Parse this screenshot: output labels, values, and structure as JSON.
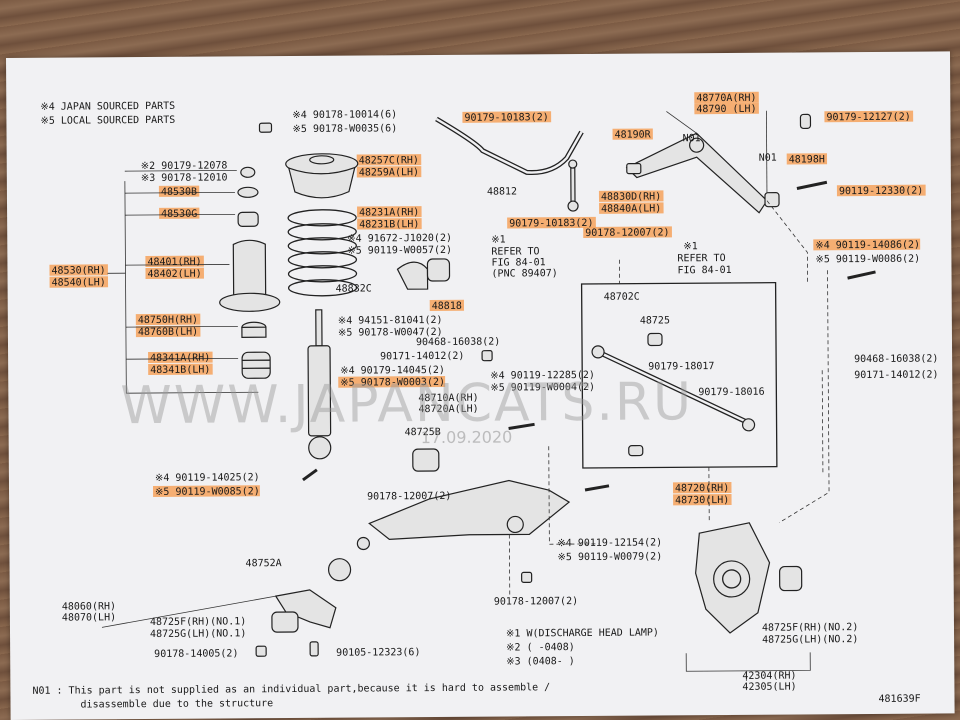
{
  "legend": {
    "line1": "※4 JAPAN SOURCED PARTS",
    "line2": "※5 LOCAL SOURCED PARTS"
  },
  "watermark": {
    "text": "WWW.JAPANCATS.RU",
    "date": "17.09.2020"
  },
  "highlight_color": "#f6a25a",
  "labels": [
    {
      "id": "l1",
      "text": "※4 90178-10014(6)",
      "hl": false
    },
    {
      "id": "l2",
      "text": "※5 90178-W0035(6)",
      "hl": false
    },
    {
      "id": "l3",
      "text": "90179-10183(2)",
      "hl": true
    },
    {
      "id": "l4",
      "text": "48770A(RH)",
      "hl": true
    },
    {
      "id": "l5",
      "text": "48790 (LH)",
      "hl": true
    },
    {
      "id": "l6",
      "text": "90179-12127(2)",
      "hl": true
    },
    {
      "id": "l7",
      "text": "※2 90179-12078",
      "hl": false
    },
    {
      "id": "l8",
      "text": "※3 90178-12010",
      "hl": false
    },
    {
      "id": "l9",
      "text": "48257C(RH)",
      "hl": true
    },
    {
      "id": "l10",
      "text": "48259A(LH)",
      "hl": true
    },
    {
      "id": "l11",
      "text": "48190R",
      "hl": true
    },
    {
      "id": "l12",
      "text": "N01",
      "hl": false
    },
    {
      "id": "l13",
      "text": "N01",
      "hl": false
    },
    {
      "id": "l14",
      "text": "48198H",
      "hl": true
    },
    {
      "id": "l15",
      "text": "48530B",
      "hl": true
    },
    {
      "id": "l16",
      "text": "48812",
      "hl": false
    },
    {
      "id": "l17",
      "text": "48830D(RH)",
      "hl": true
    },
    {
      "id": "l18",
      "text": "48840A(LH)",
      "hl": true
    },
    {
      "id": "l19",
      "text": "90119-12330(2)",
      "hl": true
    },
    {
      "id": "l20",
      "text": "48530G",
      "hl": true
    },
    {
      "id": "l21",
      "text": "48231A(RH)",
      "hl": true
    },
    {
      "id": "l22",
      "text": "48231B(LH)",
      "hl": true
    },
    {
      "id": "l23",
      "text": "90179-10183(2)",
      "hl": true
    },
    {
      "id": "l24",
      "text": "90178-12007(2)",
      "hl": true
    },
    {
      "id": "l25",
      "text": "※4 91672-J1020(2)",
      "hl": false
    },
    {
      "id": "l26",
      "text": "※5 90119-W0057(2)",
      "hl": false
    },
    {
      "id": "l27",
      "text": "※1",
      "hl": false
    },
    {
      "id": "l28",
      "text": "REFER TO",
      "hl": false
    },
    {
      "id": "l29",
      "text": "FIG 84-01",
      "hl": false
    },
    {
      "id": "l30",
      "text": "(PNC 89407)",
      "hl": false
    },
    {
      "id": "l31",
      "text": "※1",
      "hl": false
    },
    {
      "id": "l32",
      "text": "REFER TO",
      "hl": false
    },
    {
      "id": "l33",
      "text": "FIG 84-01",
      "hl": false
    },
    {
      "id": "l34",
      "text": "※4 90119-14086(2)",
      "hl": true
    },
    {
      "id": "l35",
      "text": "※5 90119-W0086(2)",
      "hl": false
    },
    {
      "id": "l36",
      "text": "48401(RH)",
      "hl": true
    },
    {
      "id": "l37",
      "text": "48402(LH)",
      "hl": true
    },
    {
      "id": "l38",
      "text": "48530(RH)",
      "hl": true
    },
    {
      "id": "l39",
      "text": "48540(LH)",
      "hl": true
    },
    {
      "id": "l40",
      "text": "48832C",
      "hl": false
    },
    {
      "id": "l41",
      "text": "48818",
      "hl": true
    },
    {
      "id": "l42",
      "text": "48702C",
      "hl": false
    },
    {
      "id": "l43",
      "text": "48725",
      "hl": false
    },
    {
      "id": "l44",
      "text": "※4 94151-81041(2)",
      "hl": false
    },
    {
      "id": "l45",
      "text": "※5 90178-W0047(2)",
      "hl": false
    },
    {
      "id": "l46",
      "text": "48750H(RH)",
      "hl": true
    },
    {
      "id": "l47",
      "text": "48760B(LH)",
      "hl": true
    },
    {
      "id": "l48",
      "text": "90468-16038(2)",
      "hl": false
    },
    {
      "id": "l49",
      "text": "90171-14012(2)",
      "hl": false
    },
    {
      "id": "l50",
      "text": "90468-16038(2)",
      "hl": false
    },
    {
      "id": "l51",
      "text": "90171-14012(2)",
      "hl": false
    },
    {
      "id": "l52",
      "text": "48341A(RH)",
      "hl": true
    },
    {
      "id": "l53",
      "text": "48341B(LH)",
      "hl": true
    },
    {
      "id": "l54",
      "text": "※4 90179-14045(2)",
      "hl": false
    },
    {
      "id": "l55",
      "text": "※5 90178-W0003(2)",
      "hl": true
    },
    {
      "id": "l56",
      "text": "※4 90119-12285(2)",
      "hl": false
    },
    {
      "id": "l57",
      "text": "※5 90119-W0004(2)",
      "hl": false
    },
    {
      "id": "l58",
      "text": "90179-18017",
      "hl": false
    },
    {
      "id": "l59",
      "text": "90179-18016",
      "hl": false
    },
    {
      "id": "l60",
      "text": "48710A(RH)",
      "hl": false
    },
    {
      "id": "l61",
      "text": "48720A(LH)",
      "hl": false
    },
    {
      "id": "l62",
      "text": "48725B",
      "hl": false
    },
    {
      "id": "l63",
      "text": "※4 90119-14025(2)",
      "hl": false
    },
    {
      "id": "l64",
      "text": "※5 90119-W0085(2)",
      "hl": true
    },
    {
      "id": "l65",
      "text": "90178-12007(2)",
      "hl": false
    },
    {
      "id": "l66",
      "text": "48720(RH)",
      "hl": true
    },
    {
      "id": "l67",
      "text": "48730(LH)",
      "hl": true
    },
    {
      "id": "l68",
      "text": "48752A",
      "hl": false
    },
    {
      "id": "l69",
      "text": "※4 90119-12154(2)",
      "hl": false
    },
    {
      "id": "l70",
      "text": "※5 90119-W0079(2)",
      "hl": false
    },
    {
      "id": "l71",
      "text": "90178-12007(2)",
      "hl": false
    },
    {
      "id": "l72",
      "text": "48060(RH)",
      "hl": false
    },
    {
      "id": "l73",
      "text": "48070(LH)",
      "hl": false
    },
    {
      "id": "l74",
      "text": "48725F(RH)(NO.1)",
      "hl": false
    },
    {
      "id": "l75",
      "text": "48725G(LH)(NO.1)",
      "hl": false
    },
    {
      "id": "l76",
      "text": "※1   W(DISCHARGE HEAD LAMP)",
      "hl": false
    },
    {
      "id": "l77",
      "text": "※2   (     -0408)",
      "hl": false
    },
    {
      "id": "l78",
      "text": "※3   (0408-     )",
      "hl": false
    },
    {
      "id": "l79",
      "text": "48725F(RH)(NO.2)",
      "hl": false
    },
    {
      "id": "l80",
      "text": "48725G(LH)(NO.2)",
      "hl": false
    },
    {
      "id": "l81",
      "text": "90178-14005(2)",
      "hl": false
    },
    {
      "id": "l82",
      "text": "90105-12323(6)",
      "hl": false
    },
    {
      "id": "l83",
      "text": "42304(RH)",
      "hl": false
    },
    {
      "id": "l84",
      "text": "42305(LH)",
      "hl": false
    }
  ],
  "footnote": {
    "line1": "N01 : This part is not supplied as an individual part,because it is hard to assemble /",
    "line2": "disassemble due to the structure"
  },
  "figure_id": "481639F"
}
